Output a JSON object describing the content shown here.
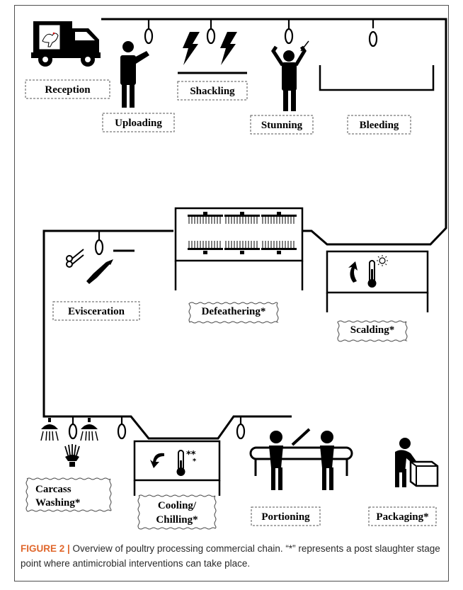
{
  "stages": {
    "reception": "Reception",
    "uploading": "Uploading",
    "shackling": "Shackling",
    "stunning": "Stunning",
    "bleeding": "Bleeding",
    "evisceration": "Evisceration",
    "defeathering": "Defeathering*",
    "scalding": "Scalding*",
    "carcass_washing_line1": "Carcass",
    "carcass_washing_line2": "Washing*",
    "cooling_line1": "Cooling/",
    "cooling_line2": "Chilling*",
    "portioning": "Portioning",
    "packaging": "Packaging*"
  },
  "caption": {
    "figure_label": "FIGURE 2 |",
    "text": " Overview of poultry processing commercial chain. “*” represents a post slaughter stage point where antimicrobial interventions can take place."
  },
  "colors": {
    "line": "#000000",
    "figure_label": "#e0672c"
  }
}
